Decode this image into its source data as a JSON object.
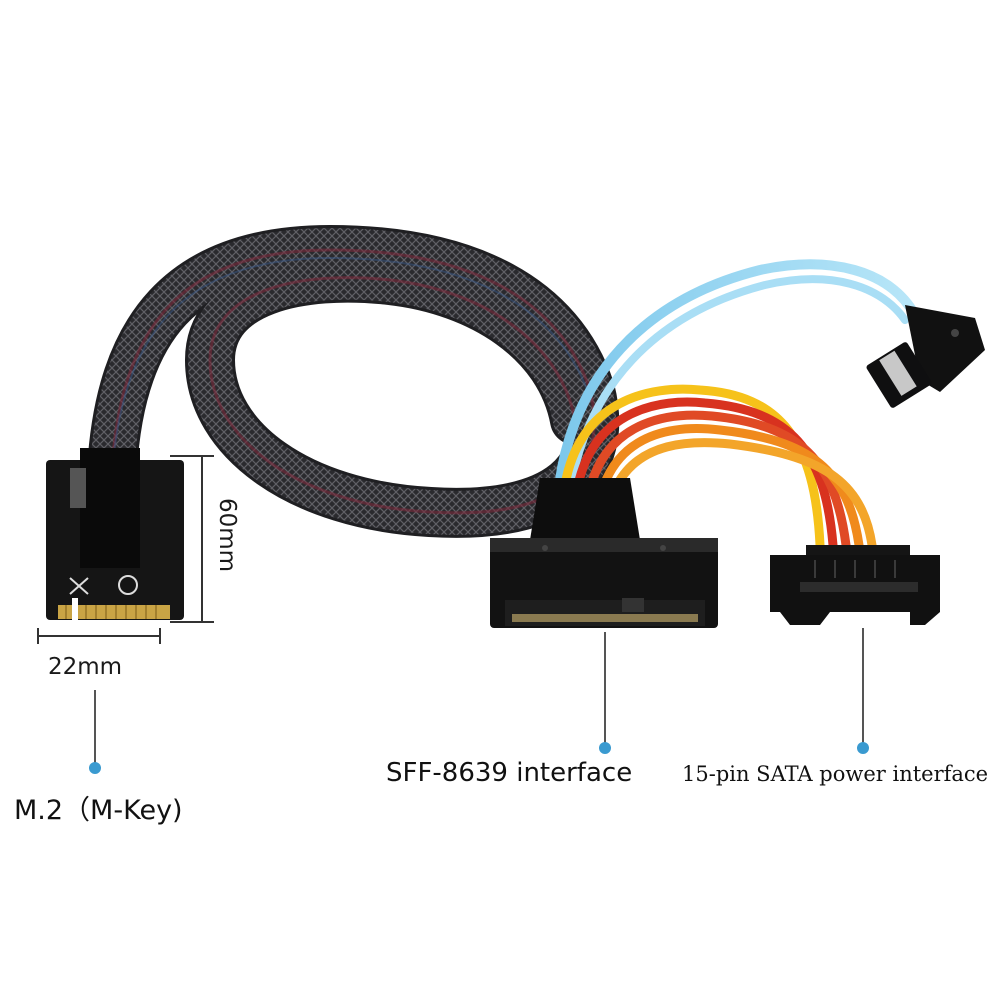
{
  "dimensions": {
    "width_label": "22mm",
    "length_label": "60mm"
  },
  "callouts": {
    "m2": "M.2（M-Key)",
    "sff": "SFF-8639 interface",
    "sata_power": "15-pin SATA power interface"
  },
  "colors": {
    "callout_dot": "#3a9ad0",
    "braid": "#3c3c40",
    "sata_data_cable": "#8fd3f0",
    "wire_yellow": "#f6c21a",
    "wire_red": "#d8321f",
    "wire_orange": "#f08a1c",
    "connector": "#1a1a1a"
  }
}
